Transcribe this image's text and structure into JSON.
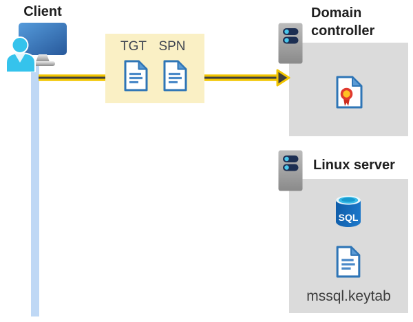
{
  "client": {
    "label": "Client"
  },
  "ticket_box": {
    "tgt_label": "TGT",
    "spn_label": "SPN"
  },
  "domain_controller": {
    "label": "Domain controller"
  },
  "linux_server": {
    "label": "Linux server",
    "database_label": "SQL",
    "keytab_label": "mssql.keytab"
  },
  "icons": {
    "client_user": "person-icon",
    "client_device": "monitor-icon",
    "domain_controller": "server-icon",
    "linux_server": "server-icon",
    "tgt": "document-icon",
    "spn": "document-icon",
    "certificate": "certificate-icon",
    "sql_database": "database-icon",
    "keytab_file": "document-icon"
  },
  "colors": {
    "highlight_box": "#FAF0C5",
    "panel_background": "#DBDBDB",
    "arrow_gold": "#F2C500",
    "arrow_core": "#3F3F3F",
    "client_timeline_blue": "#BFD8F5",
    "document_blue": "#2E75B6",
    "person_cyan": "#35C3EC",
    "title_text": "#1F1F1F"
  }
}
